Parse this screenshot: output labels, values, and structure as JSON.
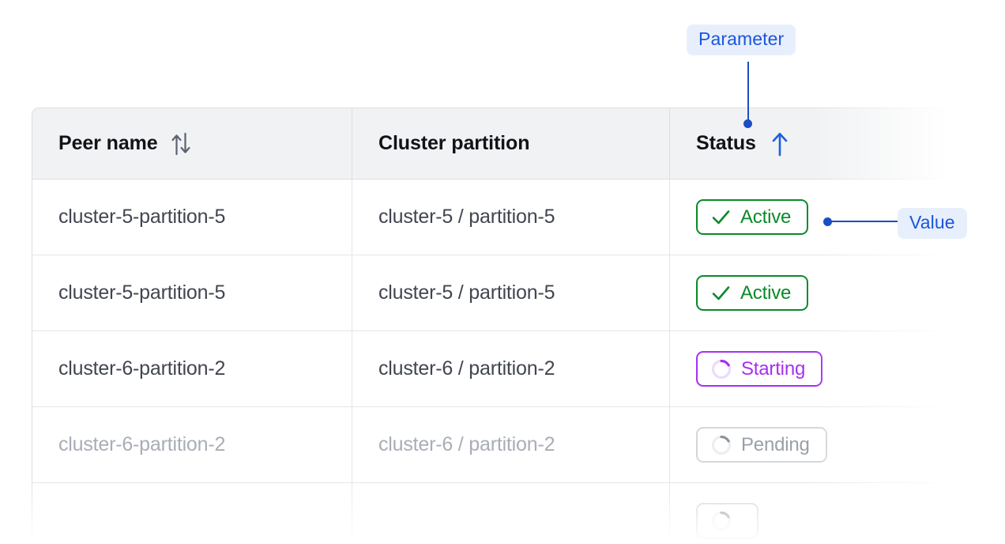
{
  "annotations": {
    "parameter": {
      "label": "Parameter",
      "color": "#1a56db",
      "bg": "#e8effc"
    },
    "value": {
      "label": "Value",
      "color": "#1a56db",
      "bg": "#e8effc"
    }
  },
  "table": {
    "columns": [
      {
        "label": "Peer name",
        "sort": "none",
        "sort_icon": "sort-both-icon"
      },
      {
        "label": "Cluster partition",
        "sort": null,
        "sort_icon": null
      },
      {
        "label": "Status",
        "sort": "asc",
        "sort_icon": "arrow-up-icon"
      }
    ],
    "rows": [
      {
        "peer_name": "cluster-5-partition-5",
        "cluster_partition": "cluster-5 / partition-5",
        "status": "Active",
        "status_kind": "active",
        "status_icon": "check-icon",
        "dimmed": false
      },
      {
        "peer_name": "cluster-5-partition-5",
        "cluster_partition": "cluster-5 / partition-5",
        "status": "Active",
        "status_kind": "active",
        "status_icon": "check-icon",
        "dimmed": false
      },
      {
        "peer_name": "cluster-6-partition-2",
        "cluster_partition": "cluster-6 / partition-2",
        "status": "Starting",
        "status_kind": "starting",
        "status_icon": "spinner-icon",
        "dimmed": false
      },
      {
        "peer_name": "cluster-6-partition-2",
        "cluster_partition": "cluster-6 / partition-2",
        "status": "Pending",
        "status_kind": "pending",
        "status_icon": "spinner-icon",
        "dimmed": true
      },
      {
        "peer_name": "",
        "cluster_partition": "",
        "status": "",
        "status_kind": "pending",
        "status_icon": "spinner-icon",
        "dimmed": true
      }
    ]
  },
  "colors": {
    "header_bg": "#f1f2f4",
    "border": "#dcdee2",
    "row_border": "#e3e5e8",
    "text": "#41454f",
    "heading": "#111318",
    "active": "#0a8a2a",
    "starting": "#a531f0",
    "pending": "#9aa0a8",
    "accent": "#1a4fc4"
  }
}
